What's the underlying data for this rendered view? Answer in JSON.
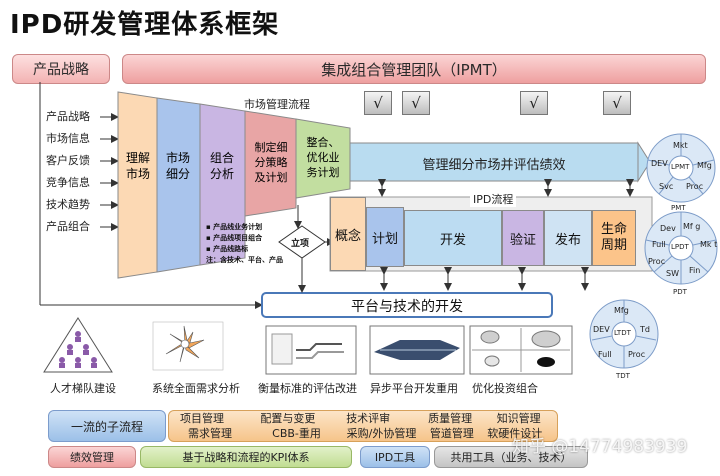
{
  "title": "IPD研发管理体系框架",
  "strategy_box": "产品战略",
  "ipmt_bar": "集成组合管理团队（IPMT）",
  "market_flow_label": "市场管理流程",
  "checks": [
    "√",
    "√",
    "√",
    "√"
  ],
  "inputs": [
    "产品战略",
    "市场信息",
    "客户反馈",
    "竞争信息",
    "技术趋势",
    "产品组合"
  ],
  "funnel_stages": [
    "理解\n市场",
    "市场\n细分",
    "组合\n分析",
    "制定细\n分策略\n及计划",
    "整合、\n优化业\n务计划"
  ],
  "manage_bar": "管理细分市场并评估绩效",
  "ipd_flow_label": "IPD流程",
  "phases": [
    "概念",
    "计划",
    "开发",
    "验证",
    "发布",
    "生命\n周期"
  ],
  "decision_label": "立项",
  "notes": [
    "▪ 产品线业务计划",
    "▪ 产品线项目组合",
    "▪ 产品线路标",
    "注：含技术、平台、产品"
  ],
  "platform_bar": "平台与技术的开发",
  "pmt_circle": {
    "center": "LPMT",
    "items": [
      "Mkt",
      "Mfg",
      "Proc",
      "Svc",
      "DEV"
    ],
    "caption": "PMT"
  },
  "pdt_circle": {
    "center": "LPDT",
    "items": [
      "Mf g",
      "Mk t",
      "Fin",
      "SW",
      "Proc",
      "Full",
      "Dev"
    ],
    "caption": "PDT"
  },
  "tdt_circle": {
    "center": "LTDT",
    "items": [
      "Mfg",
      "Td",
      "Proc",
      "Full",
      "DEV"
    ],
    "caption": "TDT"
  },
  "bottom_captions": [
    "人才梯队建设",
    "系统全面需求分析",
    "衡量标准的评估改进",
    "异步平台开发重用",
    "优化投资组合"
  ],
  "sub_processes": {
    "label": "一流的子流程",
    "items_row1": [
      "项目管理",
      "配置与变更",
      "技术评审",
      "质量管理",
      "知识管理"
    ],
    "items_row2": [
      "需求管理",
      "CBB-重用",
      "采购/外协管理",
      "管道管理",
      "软硬件设计"
    ]
  },
  "bottom_bar": {
    "perf": "绩效管理",
    "kpi": "基于战略和流程的KPI体系",
    "ipd_tools": "IPD工具",
    "shared_tools": "共用工具（业务、技术）"
  },
  "watermark": "知乎 @14774983939",
  "colors": {
    "stage1": "#fcd9b4",
    "stage2": "#a9c4ec",
    "stage3": "#c9b6e3",
    "stage4": "#e8a5a5",
    "stage5": "#c2dea0",
    "manage_bar": "#b9dcf0",
    "pink": "#f3b6b6",
    "green": "#cfe8a9",
    "blue": "#b6d3ef",
    "purple": "#cdb8e6"
  }
}
